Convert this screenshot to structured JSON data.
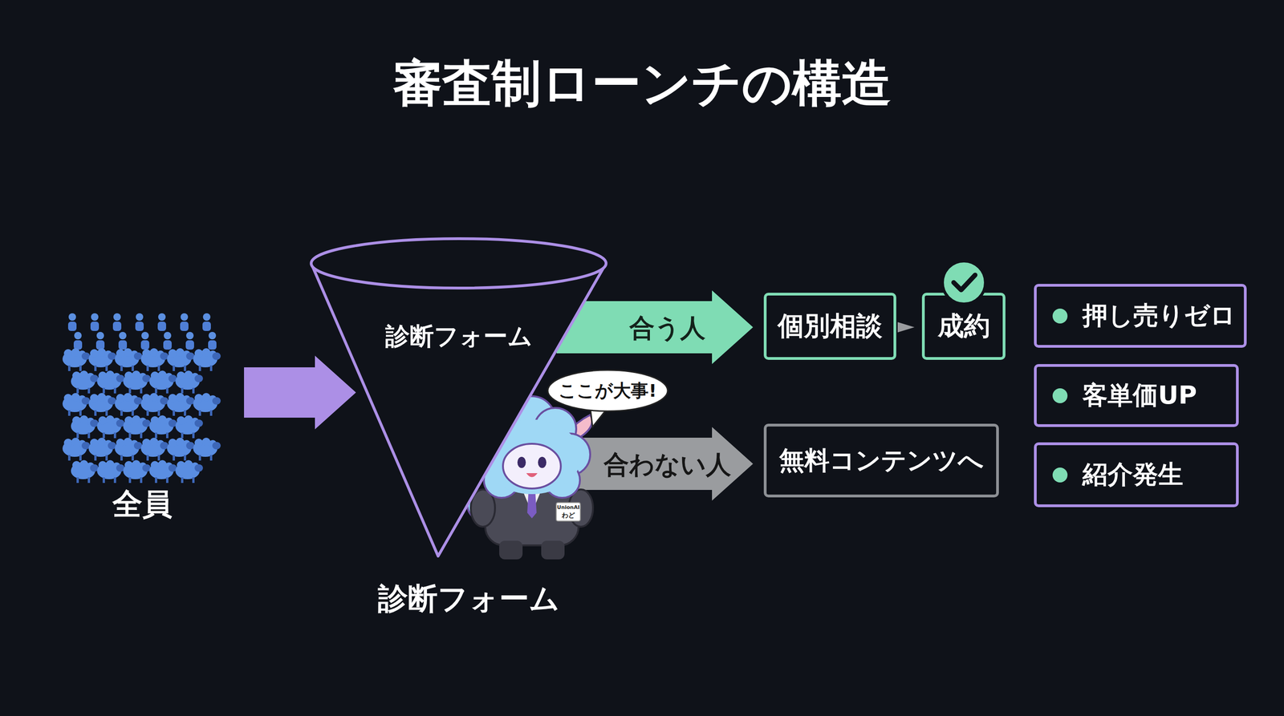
{
  "diagram": {
    "title": "審査制ローンチの構造",
    "nodes": [
      {
        "text": [
          "全員"
        ]
      },
      {
        "text": [
          "診断フォーム",
          "診断フォーム"
        ]
      },
      {
        "text": [
          "個別相談"
        ]
      },
      {
        "text": [
          "成約"
        ]
      },
      {
        "text": [
          "無料コンテンツへ"
        ]
      },
      {
        "text": [
          "押し売りゼロ"
        ]
      },
      {
        "text": [
          "客単価UP"
        ]
      },
      {
        "text": [
          "紹介発生"
        ]
      },
      {
        "text": [
          "ここが大事!"
        ]
      }
    ],
    "edges": [
      {
        "from": 0,
        "to": 1,
        "arrow": "to"
      },
      {
        "from": 1,
        "to": 2,
        "label": "合う人",
        "arrow": "to"
      },
      {
        "from": 1,
        "to": 4,
        "label": "合わない人",
        "arrow": "to"
      },
      {
        "from": 2,
        "to": 3,
        "arrow": "to"
      }
    ],
    "labels": [
      "UnionAI",
      "わど"
    ]
  }
}
